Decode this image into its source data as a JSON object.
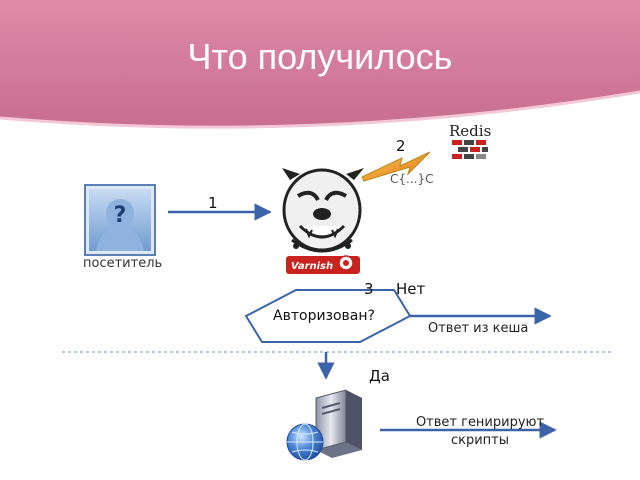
{
  "slide": {
    "title": "Что получилось"
  },
  "nodes": {
    "visitor_label": "посетитель",
    "varnish_logo": "Varnish",
    "redis_logo": "Redis",
    "decision": "Авторизован?",
    "cache_text": "C{...}C"
  },
  "steps": {
    "one": "1",
    "two": "2",
    "three": "3"
  },
  "edges": {
    "no": "Нет",
    "yes": "Да",
    "cache_answer": "Ответ из кеша",
    "scripts_line1": "Ответ генирируют",
    "scripts_line2": "скрипты"
  },
  "colors": {
    "banner": "#d9829f",
    "arrow": "#3b64a8",
    "lightning": "#f2b322"
  }
}
